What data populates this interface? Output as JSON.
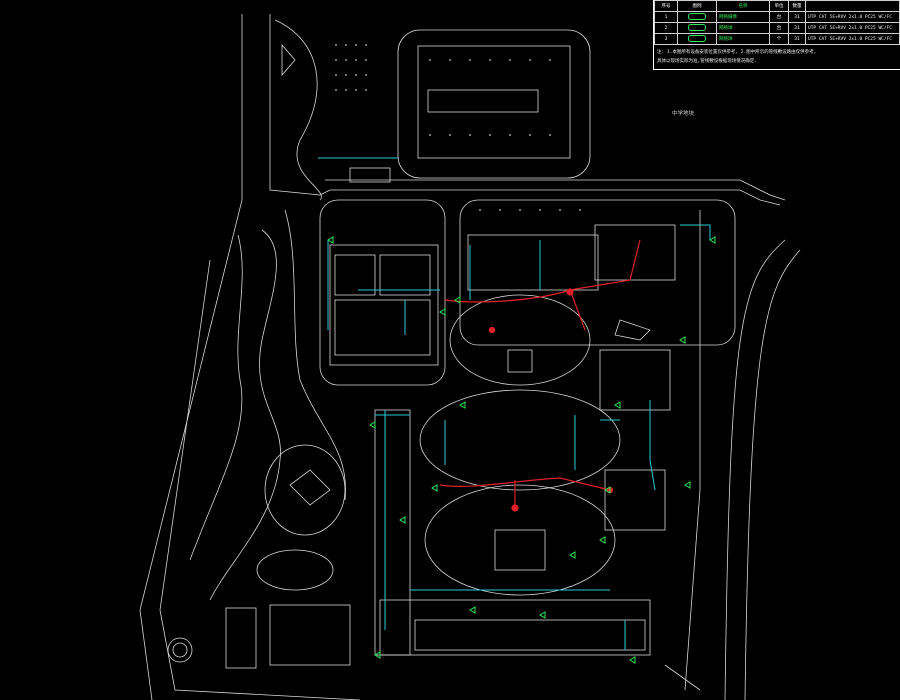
{
  "legend": {
    "headers": [
      "序号",
      "图例",
      "名称",
      "单位",
      "数量",
      ""
    ],
    "rows": [
      {
        "no": "1",
        "icon": "device-icon",
        "name": "网络摄像",
        "unit": "台",
        "qty": "31",
        "spec": "UTP CAT 5E+RVV 2x1.0 PC25 WC/FC"
      },
      {
        "no": "2",
        "icon": "camera-icon",
        "name": "网络球",
        "unit": "台",
        "qty": "31",
        "spec": "UTP CAT 5E+RVV 2x1.0 PC25 WC/FC"
      },
      {
        "no": "3",
        "icon": "dome-icon",
        "name": "网络球",
        "unit": "个",
        "qty": "31",
        "spec": "UTP CAT 5E+RVV 2x1.0 PC25 WC/FC"
      }
    ],
    "note_line1": "注: 1.本图所有设备安装位置仅供参考, 2.图中所示的管线敷设路由仅供参考,",
    "note_line2": "具体以现场实际为准,管线敷设根据现场情况确定."
  },
  "site_label": "中学地块",
  "colors": {
    "background": "#000000",
    "lines": "#d8d8d8",
    "cyan": "#27c9d8",
    "green": "#2ee85a",
    "red": "#e0202a"
  }
}
